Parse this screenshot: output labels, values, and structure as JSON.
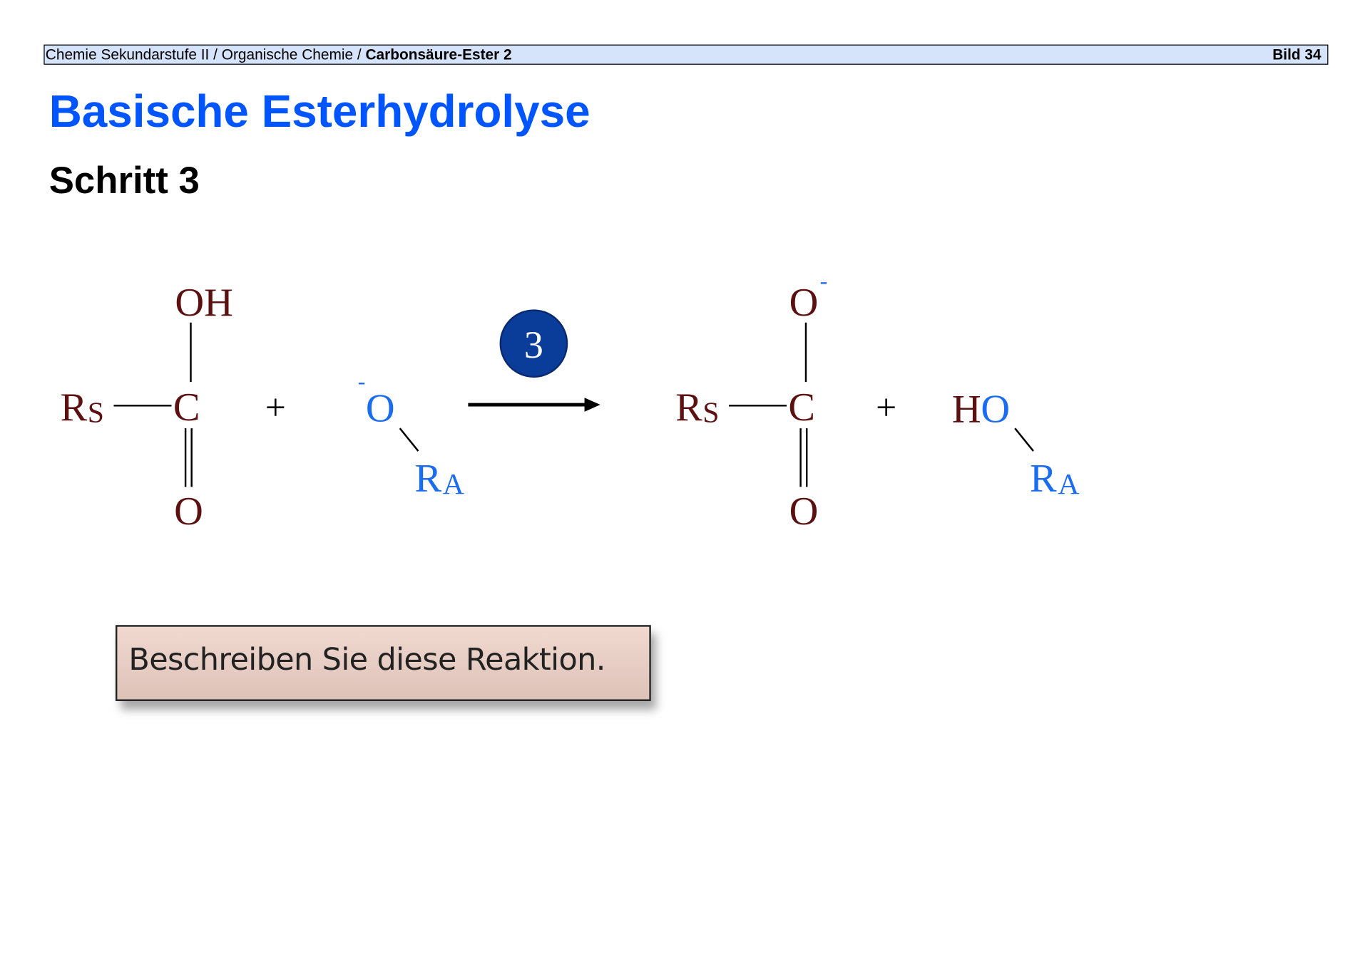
{
  "header": {
    "breadcrumb_plain": "Chemie Sekundarstufe II / Organische Chemie / ",
    "breadcrumb_bold": "Carbonsäure-Ester 2",
    "slide_label": "Bild 34"
  },
  "title": "Basische Esterhydrolyse",
  "subtitle": "Schritt 3",
  "reaction": {
    "step_number": "3",
    "plus": "+",
    "reactant1": {
      "top": "OH",
      "center": "C",
      "left_R": "R",
      "left_sub": "S",
      "bottom": "O"
    },
    "reactant2": {
      "charge": "-",
      "atom": "O",
      "R": "R",
      "R_sub": "A"
    },
    "product1": {
      "top": "O",
      "charge": "-",
      "center": "C",
      "left_R": "R",
      "left_sub": "S",
      "bottom": "O"
    },
    "product2": {
      "H": "H",
      "O": "O",
      "R": "R",
      "R_sub": "A"
    },
    "colors": {
      "acid": "#5c1010",
      "alkoxide": "#1a6cf0",
      "badge": "#0a3c9a"
    }
  },
  "task": "Beschreiben Sie diese Reaktion."
}
